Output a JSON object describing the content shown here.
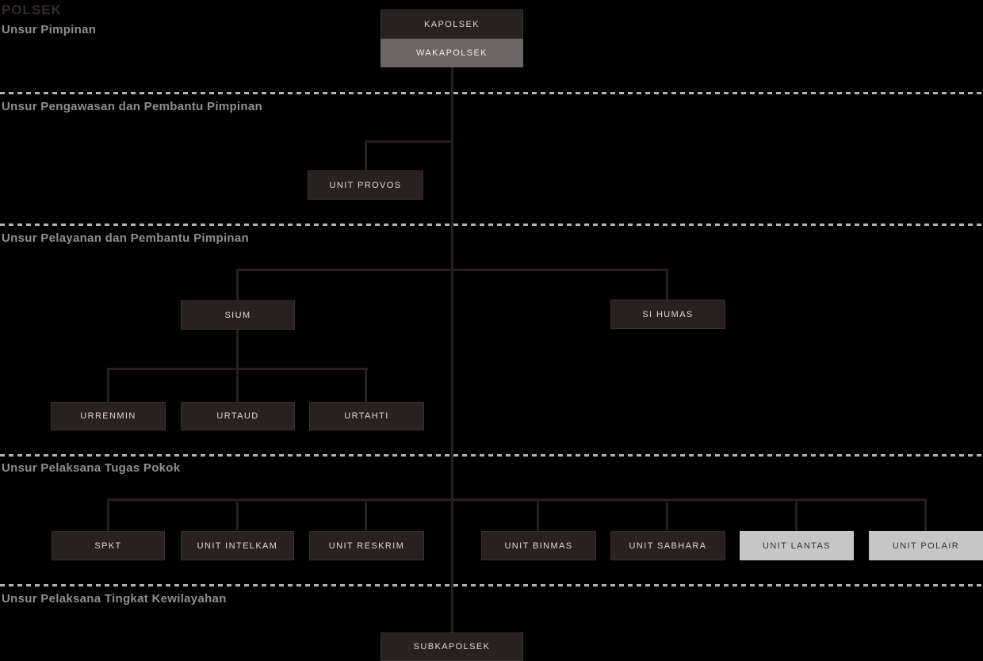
{
  "title": "POLSEK",
  "sections": [
    {
      "label": "Unsur Pimpinan"
    },
    {
      "label": "Unsur Pengawasan dan Pembantu Pimpinan"
    },
    {
      "label": "Unsur Pelayanan dan Pembantu Pimpinan"
    },
    {
      "label": "Unsur Pelaksana Tugas Pokok"
    },
    {
      "label": "Unsur Pelaksana Tingkat Kewilayahan"
    }
  ],
  "nodes": {
    "kapolsek": "KAPOLSEK",
    "wakapolsek": "WAKAPOLSEK",
    "unit_provos": "UNIT PROVOS",
    "sium": "SIUM",
    "si_humas": "SI HUMAS",
    "urrenmin": "URRENMIN",
    "urtaud": "URTAUD",
    "urtahti": "URTAHTI",
    "spkt": "SPKT",
    "unit_intelkam": "UNIT INTELKAM",
    "unit_reskrim": "UNIT RESKRIM",
    "unit_binmas": "UNIT BINMAS",
    "unit_sabhara": "UNIT SABHARA",
    "unit_lantas": "UNIT LANTAS",
    "unit_polair": "UNIT POLAIR",
    "subkapolsek": "SUBKAPOLSEK"
  },
  "colors": {
    "background": "#000000",
    "box_dark": "#272120",
    "box_grey": "#6b6665",
    "box_light": "#c7c6c6",
    "connector_line": "#261f1d",
    "divider_dash": "#b3b3b3",
    "section_label": "#8f8f8f",
    "title_text": "#332d2b"
  }
}
